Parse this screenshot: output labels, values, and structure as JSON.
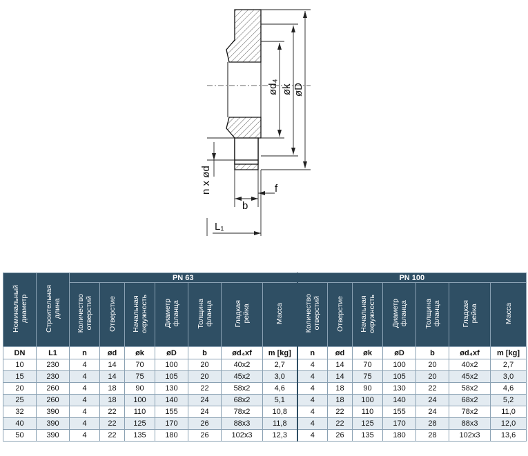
{
  "drawing": {
    "labels": {
      "d4": "ød₄",
      "k": "øk",
      "D": "øD",
      "n_od": "n x ød",
      "b": "b",
      "f": "f",
      "L1": "L₁"
    }
  },
  "table": {
    "group_headers": [
      "PN 63",
      "PN 100"
    ],
    "left_headers": [
      "Номинальный\nдиаметр",
      "Строительная\nдлина"
    ],
    "sub_headers": [
      "Количество\nотверстий",
      "Отверстие",
      "Начальная\nокружность",
      "Диаметр\nфланца",
      "Толщина\nфланца",
      "Гладкая\nрейка",
      "Масса"
    ],
    "symbols": [
      "DN",
      "L1",
      "n",
      "ød",
      "øk",
      "øD",
      "b",
      "ød₄xf",
      "m [kg]",
      "n",
      "ød",
      "øk",
      "øD",
      "b",
      "ød₄xf",
      "m [kg]"
    ],
    "rows": [
      [
        "10",
        "230",
        "4",
        "14",
        "70",
        "100",
        "20",
        "40x2",
        "2,7",
        "4",
        "14",
        "70",
        "100",
        "20",
        "40x2",
        "2,7"
      ],
      [
        "15",
        "230",
        "4",
        "14",
        "75",
        "105",
        "20",
        "45x2",
        "3,0",
        "4",
        "14",
        "75",
        "105",
        "20",
        "45x2",
        "3,0"
      ],
      [
        "20",
        "260",
        "4",
        "18",
        "90",
        "130",
        "22",
        "58x2",
        "4,6",
        "4",
        "18",
        "90",
        "130",
        "22",
        "58x2",
        "4,6"
      ],
      [
        "25",
        "260",
        "4",
        "18",
        "100",
        "140",
        "24",
        "68x2",
        "5,1",
        "4",
        "18",
        "100",
        "140",
        "24",
        "68x2",
        "5,2"
      ],
      [
        "32",
        "390",
        "4",
        "22",
        "110",
        "155",
        "24",
        "78x2",
        "10,8",
        "4",
        "22",
        "110",
        "155",
        "24",
        "78x2",
        "11,0"
      ],
      [
        "40",
        "390",
        "4",
        "22",
        "125",
        "170",
        "26",
        "88x3",
        "11,8",
        "4",
        "22",
        "125",
        "170",
        "28",
        "88x3",
        "12,0"
      ],
      [
        "50",
        "390",
        "4",
        "22",
        "135",
        "180",
        "26",
        "102x3",
        "12,3",
        "4",
        "26",
        "135",
        "180",
        "28",
        "102x3",
        "13,6"
      ]
    ]
  }
}
